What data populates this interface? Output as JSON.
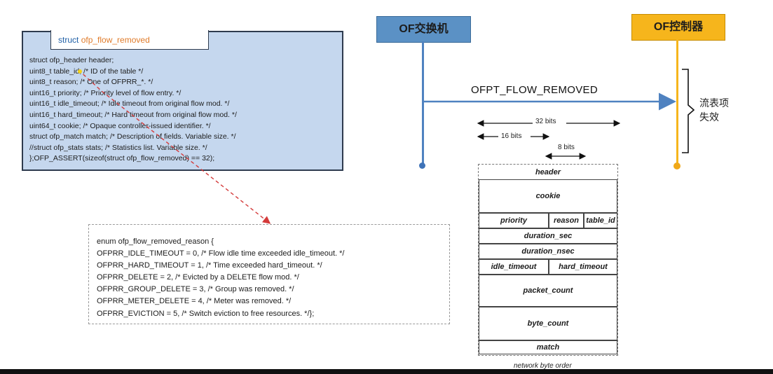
{
  "struct_panel": {
    "tab_keyword": "struct",
    "tab_name": "ofp_flow_removed",
    "lines": [
      "struct ofp_header header;",
      "uint8_t table_id; /* ID of the table */",
      "uint8_t reason; /* One of OFPRR_*. */",
      "uint16_t priority; /* Priority level of flow entry. */",
      "uint16_t idle_timeout; /* Idle timeout from original flow mod. */",
      "uint16_t hard_timeout; /* Hard timeout from original flow mod. */",
      "uint64_t cookie; /* Opaque controller-issued identifier. */",
      "struct ofp_match match; /* Description of fields. Variable size. */",
      "//struct ofp_stats stats; /* Statistics list. Variable size. */",
      "};OFP_ASSERT(sizeof(struct ofp_flow_removed) == 32);"
    ]
  },
  "enum_panel": {
    "lines": [
      "enum ofp_flow_removed_reason {",
      "OFPRR_IDLE_TIMEOUT = 0, /* Flow idle time exceeded idle_timeout. */",
      "OFPRR_HARD_TIMEOUT = 1, /* Time exceeded hard_timeout. */",
      "OFPRR_DELETE = 2, /* Evicted by a DELETE flow mod. */",
      "OFPRR_GROUP_DELETE = 3, /* Group was removed. */",
      "OFPRR_METER_DELETE = 4, /* Meter was removed. */",
      "OFPRR_EVICTION = 5, /* Switch eviction to free resources. */};"
    ]
  },
  "sequence": {
    "switch_label": "OF交换机",
    "controller_label": "OF控制器",
    "message_label": "OFPT_FLOW_REMOVED",
    "annotation": "流表项失效",
    "colors": {
      "switch": "#5b91c5",
      "controller": "#f6b51c",
      "arrow": "#4f82c0",
      "dashed_link": "#d43a3a"
    }
  },
  "packet": {
    "bits_32": "32 bits",
    "bits_16": "16 bits",
    "bits_8": "8 bits",
    "fields": {
      "header": "header",
      "cookie": "cookie",
      "priority": "priority",
      "reason": "reason",
      "table_id": "table_id",
      "duration_sec": "duration_sec",
      "duration_nsec": "duration_nsec",
      "idle_timeout": "idle_timeout",
      "hard_timeout": "hard_timeout",
      "packet_count": "packet_count",
      "byte_count": "byte_count",
      "match": "match"
    },
    "footer": "network byte order"
  }
}
